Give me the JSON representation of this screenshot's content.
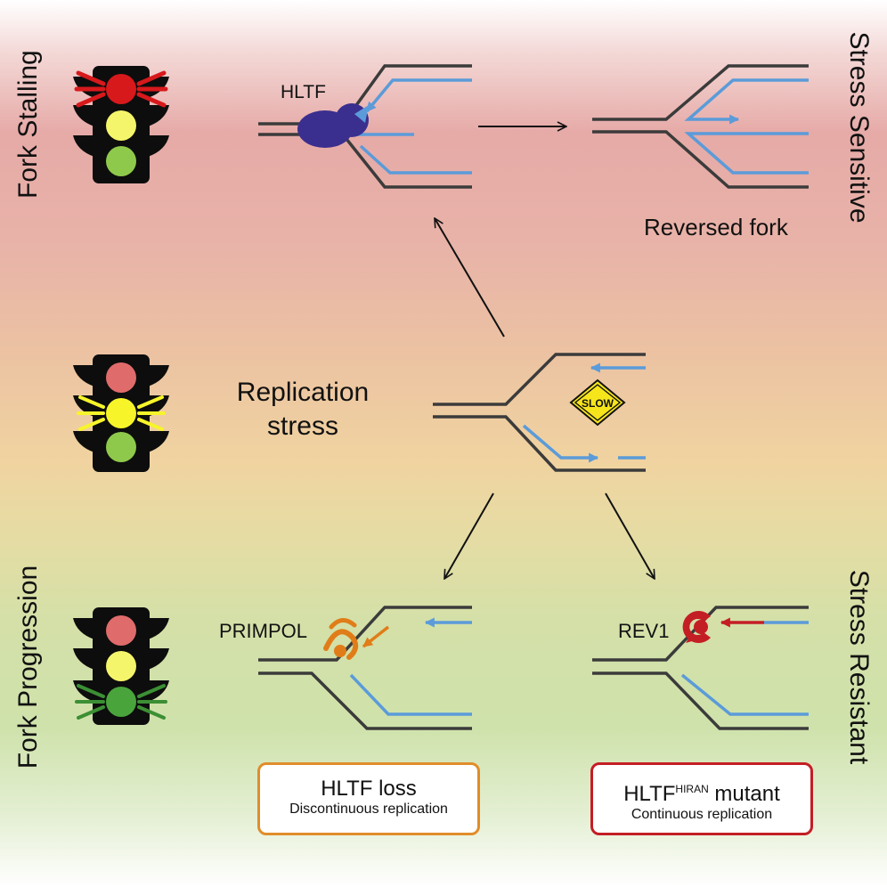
{
  "side_labels": {
    "top_left": "Fork Stalling",
    "bottom_left": "Fork Progression",
    "top_right": "Stress Sensitive",
    "bottom_right": "Stress Resistant"
  },
  "labels": {
    "hltf": "HLTF",
    "reversed_fork": "Reversed fork",
    "replication": "Replication",
    "stress": "stress",
    "slow_sign": "SLOW",
    "primpol": "PRIMPOL",
    "rev1": "REV1"
  },
  "box_left": {
    "title": "HLTF loss",
    "subtitle": "Discontinuous replication"
  },
  "box_right": {
    "title_main": "HLTF",
    "title_sup": "HIRAN",
    "title_rest": " mutant",
    "subtitle": "Continuous replication"
  },
  "colors": {
    "dna": "#3b3b3b",
    "new_strand": "#5b9bd9",
    "hltf": "#3a2f8f",
    "primpol": "#e07d18",
    "rev1": "#c41e25",
    "box_left_border": "#e08d2b",
    "box_right_border": "#c41e25",
    "light_red": "#e06b6b",
    "light_red_active": "#d7191c",
    "light_yellow": "#f5f56b",
    "light_green": "#8fc94c",
    "light_green_active": "#4aa43c",
    "slow_sign": "#f7e51b"
  },
  "icons": [
    "traffic-light-icon",
    "slow-sign-icon",
    "hltf-protein-icon",
    "primpol-protein-icon",
    "rev1-protein-icon"
  ]
}
